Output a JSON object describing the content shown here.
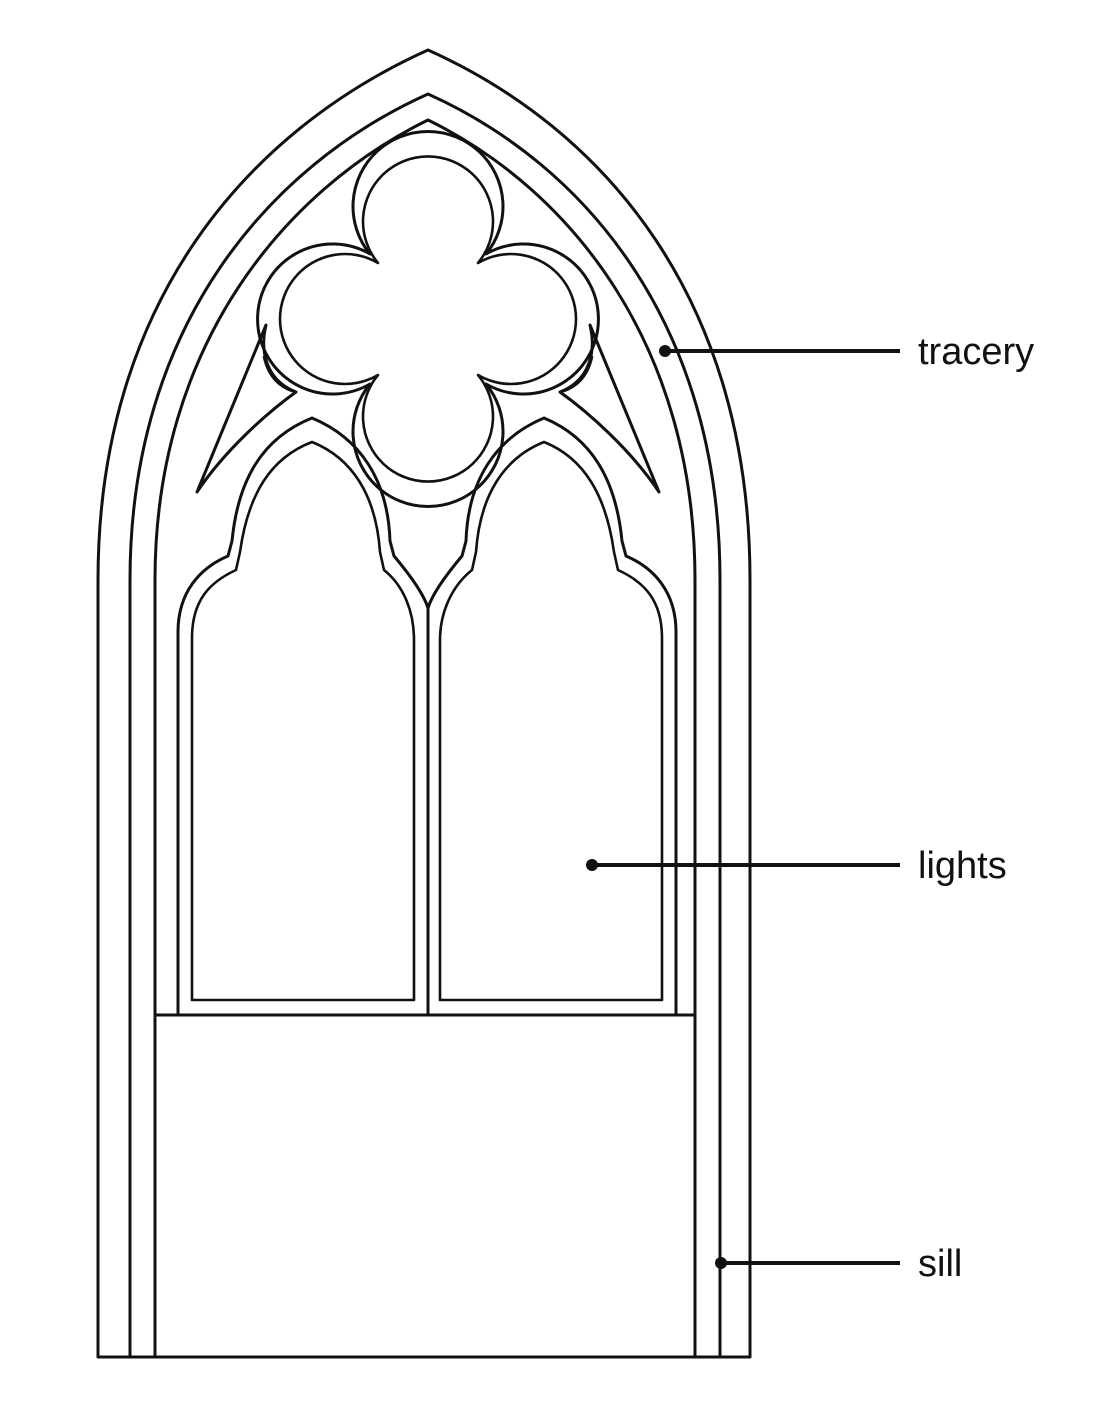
{
  "diagram": {
    "labels": {
      "tracery": "tracery",
      "lights": "lights",
      "sill": "sill"
    },
    "line_color": "#111111",
    "background_color": "#ffffff"
  }
}
